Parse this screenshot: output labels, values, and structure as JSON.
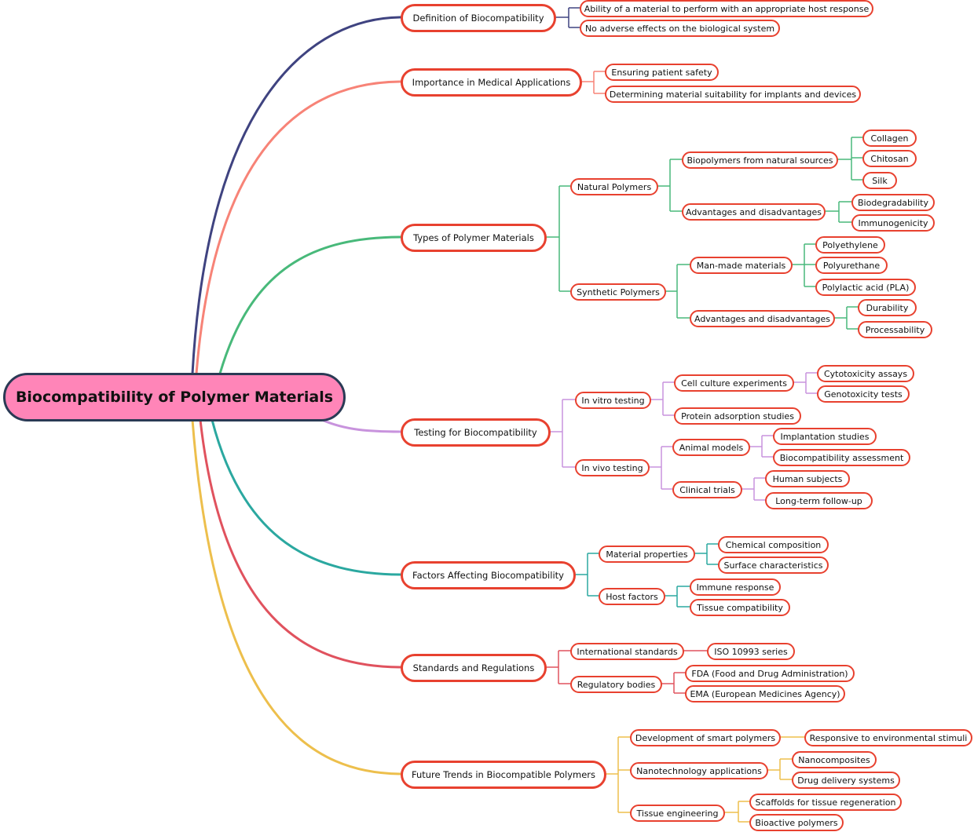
{
  "root": {
    "label": "Biocompatibility of Polymer Materials"
  },
  "branches": [
    {
      "label": "Definition of Biocompatibility",
      "color": "#3f4380",
      "children": [
        {
          "label": "Ability of a material to perform with an appropriate host response"
        },
        {
          "label": "No adverse effects on the biological system"
        }
      ]
    },
    {
      "label": "Importance in Medical Applications",
      "color": "#f78377",
      "children": [
        {
          "label": "Ensuring patient safety"
        },
        {
          "label": "Determining material suitability for implants and devices"
        }
      ]
    },
    {
      "label": "Types of Polymer Materials",
      "color": "#48b97a",
      "children": [
        {
          "label": "Natural Polymers",
          "children": [
            {
              "label": "Biopolymers from natural sources",
              "children": [
                {
                  "label": "Collagen"
                },
                {
                  "label": "Chitosan"
                },
                {
                  "label": "Silk"
                }
              ]
            },
            {
              "label": "Advantages and disadvantages",
              "children": [
                {
                  "label": "Biodegradability"
                },
                {
                  "label": "Immunogenicity"
                }
              ]
            }
          ]
        },
        {
          "label": "Synthetic Polymers",
          "children": [
            {
              "label": "Man-made materials",
              "children": [
                {
                  "label": "Polyethylene"
                },
                {
                  "label": "Polyurethane"
                },
                {
                  "label": "Polylactic acid (PLA)"
                }
              ]
            },
            {
              "label": "Advantages and disadvantages",
              "children": [
                {
                  "label": "Durability"
                },
                {
                  "label": "Processability"
                }
              ]
            }
          ]
        }
      ]
    },
    {
      "label": "Testing for Biocompatibility",
      "color": "#c893dd",
      "children": [
        {
          "label": "In vitro testing",
          "children": [
            {
              "label": "Cell culture experiments",
              "children": [
                {
                  "label": "Cytotoxicity assays"
                },
                {
                  "label": "Genotoxicity tests"
                }
              ]
            },
            {
              "label": "Protein adsorption studies"
            }
          ]
        },
        {
          "label": "In vivo testing",
          "children": [
            {
              "label": "Animal models",
              "children": [
                {
                  "label": "Implantation studies"
                },
                {
                  "label": "Biocompatibility assessment"
                }
              ]
            },
            {
              "label": "Clinical trials",
              "children": [
                {
                  "label": "Human subjects"
                },
                {
                  "label": "Long-term follow-up"
                }
              ]
            }
          ]
        }
      ]
    },
    {
      "label": "Factors Affecting Biocompatibility",
      "color": "#2ba8a0",
      "children": [
        {
          "label": "Material properties",
          "children": [
            {
              "label": "Chemical composition"
            },
            {
              "label": "Surface characteristics"
            }
          ]
        },
        {
          "label": "Host factors",
          "children": [
            {
              "label": "Immune response"
            },
            {
              "label": "Tissue compatibility"
            }
          ]
        }
      ]
    },
    {
      "label": "Standards and Regulations",
      "color": "#e0525e",
      "children": [
        {
          "label": "International standards",
          "children": [
            {
              "label": "ISO 10993 series"
            }
          ]
        },
        {
          "label": "Regulatory bodies",
          "children": [
            {
              "label": "FDA (Food and Drug Administration)"
            },
            {
              "label": "EMA (European Medicines Agency)"
            }
          ]
        }
      ]
    },
    {
      "label": "Future Trends in Biocompatible Polymers",
      "color": "#edbf4c",
      "children": [
        {
          "label": "Development of smart polymers",
          "children": [
            {
              "label": "Responsive to environmental stimuli"
            }
          ]
        },
        {
          "label": "Nanotechnology applications",
          "children": [
            {
              "label": "Nanocomposites"
            },
            {
              "label": "Drug delivery systems"
            }
          ]
        },
        {
          "label": "Tissue engineering",
          "children": [
            {
              "label": "Scaffolds for tissue regeneration"
            },
            {
              "label": "Bioactive polymers"
            }
          ]
        }
      ]
    }
  ]
}
